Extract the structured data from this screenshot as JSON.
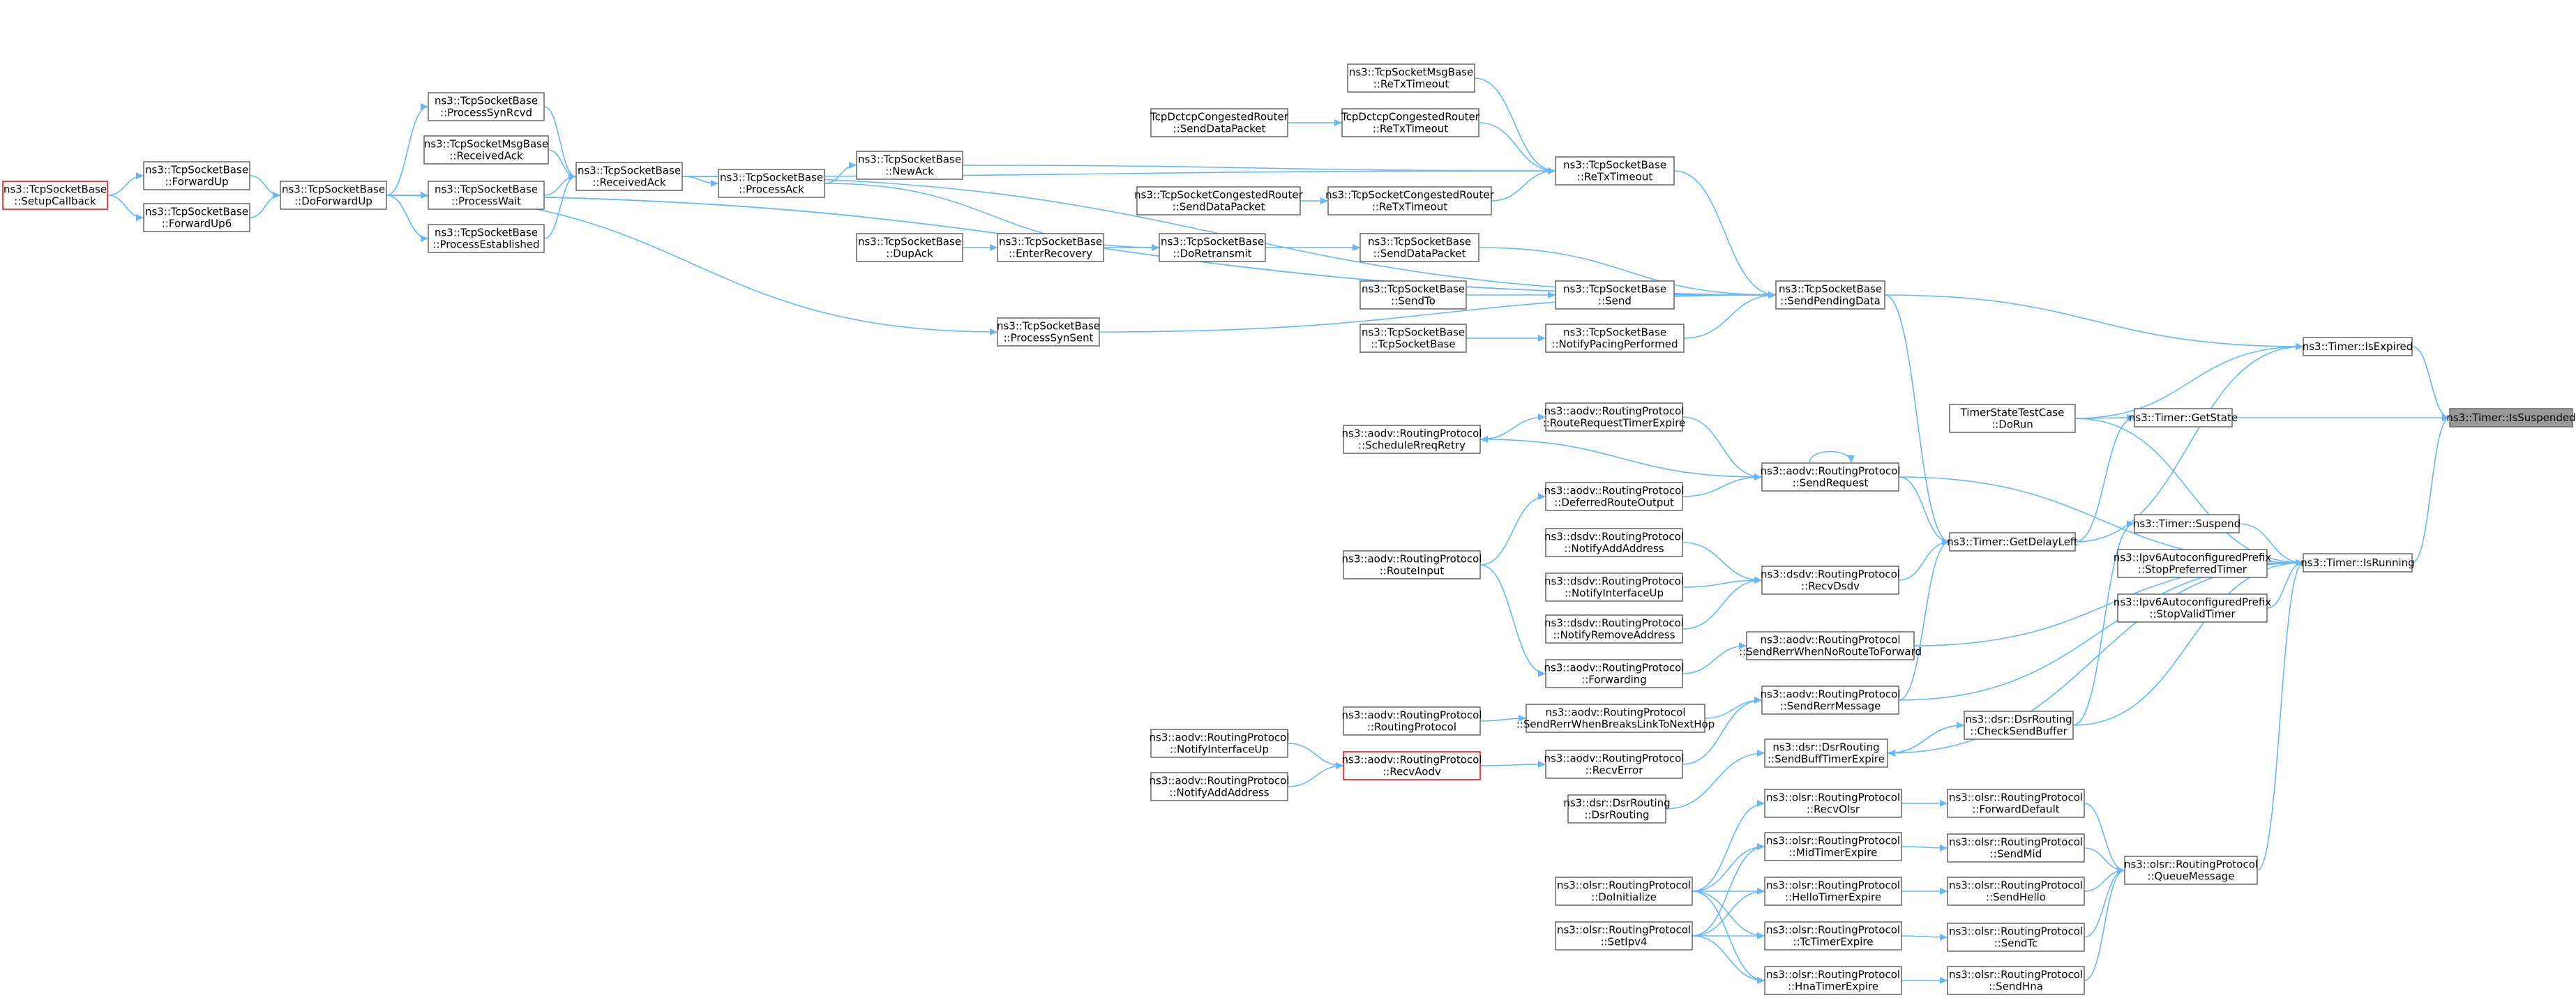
{
  "colors": {
    "edge": "#63b8ff",
    "node_border": "#666666",
    "highlight_border": "#ff0000",
    "current_fill": "#999999",
    "background": "#ffffff"
  },
  "graph": {
    "type": "call-graph",
    "direction": "right-to-left",
    "nodes": [
      {
        "id": "n1",
        "lines": [
          "ns3::Timer::IsSuspended"
        ],
        "kind": "current"
      },
      {
        "id": "n2",
        "lines": [
          "ns3::Timer::IsExpired"
        ]
      },
      {
        "id": "n3",
        "lines": [
          "ns3::Timer::GetState"
        ]
      },
      {
        "id": "n4",
        "lines": [
          "ns3::Timer::IsRunning"
        ]
      },
      {
        "id": "n5",
        "lines": [
          "ns3::Timer::Suspend"
        ]
      },
      {
        "id": "n6",
        "lines": [
          "TimerStateTestCase",
          "::DoRun"
        ]
      },
      {
        "id": "n7",
        "lines": [
          "ns3::Ipv6AutoconfiguredPrefix",
          "::StopPreferredTimer"
        ]
      },
      {
        "id": "n8",
        "lines": [
          "ns3::Ipv6AutoconfiguredPrefix",
          "::StopValidTimer"
        ]
      },
      {
        "id": "n9",
        "lines": [
          "ns3::olsr::RoutingProtocol",
          "::QueueMessage"
        ]
      },
      {
        "id": "n10",
        "lines": [
          "ns3::Timer::GetDelayLeft"
        ]
      },
      {
        "id": "n11",
        "lines": [
          "ns3::dsr::DsrRouting",
          "::CheckSendBuffer"
        ]
      },
      {
        "id": "n12",
        "lines": [
          "ns3::dsr::DsrRouting",
          "::SendBuffTimerExpire"
        ]
      },
      {
        "id": "n13",
        "lines": [
          "ns3::TcpSocketBase",
          "::SendPendingData"
        ]
      },
      {
        "id": "n14",
        "lines": [
          "ns3::aodv::RoutingProtocol",
          "::SendRequest"
        ]
      },
      {
        "id": "n15",
        "lines": [
          "ns3::dsdv::RoutingProtocol",
          "::RecvDsdv"
        ]
      },
      {
        "id": "n16",
        "lines": [
          "ns3::aodv::RoutingProtocol",
          "::SendRerrWhenNoRouteToForward"
        ]
      },
      {
        "id": "n17",
        "lines": [
          "ns3::aodv::RoutingProtocol",
          "::SendRerrMessage"
        ]
      },
      {
        "id": "n18",
        "lines": [
          "ns3::olsr::RoutingProtocol",
          "::ForwardDefault"
        ]
      },
      {
        "id": "n19",
        "lines": [
          "ns3::olsr::RoutingProtocol",
          "::SendMid"
        ]
      },
      {
        "id": "n20",
        "lines": [
          "ns3::olsr::RoutingProtocol",
          "::SendHello"
        ]
      },
      {
        "id": "n21",
        "lines": [
          "ns3::olsr::RoutingProtocol",
          "::SendTc"
        ]
      },
      {
        "id": "n22",
        "lines": [
          "ns3::olsr::RoutingProtocol",
          "::SendHna"
        ]
      },
      {
        "id": "n23",
        "lines": [
          "ns3::TcpSocketBase",
          "::ReTxTimeout"
        ]
      },
      {
        "id": "n24",
        "lines": [
          "ns3::TcpSocketBase",
          "::SendDataPacket"
        ]
      },
      {
        "id": "n25",
        "lines": [
          "ns3::TcpSocketBase",
          "::Send"
        ]
      },
      {
        "id": "n26",
        "lines": [
          "ns3::TcpSocketBase",
          "::NotifyPacingPerformed"
        ]
      },
      {
        "id": "n27",
        "lines": [
          "ns3::TcpSocketBase",
          "::ProcessSynSent"
        ]
      },
      {
        "id": "n28",
        "lines": [
          "ns3::TcpSocketBase",
          "::ReceivedAck"
        ]
      },
      {
        "id": "n29",
        "lines": [
          "ns3::TcpSocketBase",
          "::DoForwardUp"
        ]
      },
      {
        "id": "n30",
        "lines": [
          "ns3::aodv::RoutingProtocol",
          "::RouteRequestTimerExpire"
        ]
      },
      {
        "id": "n31",
        "lines": [
          "ns3::aodv::RoutingProtocol",
          "::DeferredRouteOutput"
        ]
      },
      {
        "id": "n32",
        "lines": [
          "ns3::aodv::RoutingProtocol",
          "::ScheduleRreqRetry"
        ]
      },
      {
        "id": "n33",
        "lines": [
          "ns3::dsdv::RoutingProtocol",
          "::NotifyAddAddress"
        ]
      },
      {
        "id": "n34",
        "lines": [
          "ns3::dsdv::RoutingProtocol",
          "::NotifyInterfaceUp"
        ]
      },
      {
        "id": "n35",
        "lines": [
          "ns3::dsdv::RoutingProtocol",
          "::NotifyRemoveAddress"
        ]
      },
      {
        "id": "n36",
        "lines": [
          "ns3::aodv::RoutingProtocol",
          "::Forwarding"
        ]
      },
      {
        "id": "n37",
        "lines": [
          "ns3::aodv::RoutingProtocol",
          "::RouteInput"
        ]
      },
      {
        "id": "n38",
        "lines": [
          "ns3::aodv::RoutingProtocol",
          "::SendRerrWhenBreaksLinkToNextHop"
        ]
      },
      {
        "id": "n39",
        "lines": [
          "ns3::aodv::RoutingProtocol",
          "::RecvError"
        ]
      },
      {
        "id": "n40",
        "lines": [
          "ns3::aodv::RoutingProtocol",
          "::RoutingProtocol"
        ]
      },
      {
        "id": "n41",
        "lines": [
          "ns3::aodv::RoutingProtocol",
          "::RecvAodv"
        ],
        "kind": "red"
      },
      {
        "id": "n42",
        "lines": [
          "ns3::aodv::RoutingProtocol",
          "::NotifyInterfaceUp"
        ]
      },
      {
        "id": "n43",
        "lines": [
          "ns3::aodv::RoutingProtocol",
          "::NotifyAddAddress"
        ]
      },
      {
        "id": "n44",
        "lines": [
          "ns3::dsr::DsrRouting",
          "::DsrRouting"
        ]
      },
      {
        "id": "n45",
        "lines": [
          "ns3::olsr::RoutingProtocol",
          "::RecvOlsr"
        ]
      },
      {
        "id": "n46",
        "lines": [
          "ns3::olsr::RoutingProtocol",
          "::MidTimerExpire"
        ]
      },
      {
        "id": "n47",
        "lines": [
          "ns3::olsr::RoutingProtocol",
          "::HelloTimerExpire"
        ]
      },
      {
        "id": "n48",
        "lines": [
          "ns3::olsr::RoutingProtocol",
          "::TcTimerExpire"
        ]
      },
      {
        "id": "n49",
        "lines": [
          "ns3::olsr::RoutingProtocol",
          "::HnaTimerExpire"
        ]
      },
      {
        "id": "n50",
        "lines": [
          "ns3::olsr::RoutingProtocol",
          "::DoInitialize"
        ]
      },
      {
        "id": "n51",
        "lines": [
          "ns3::olsr::RoutingProtocol",
          "::SetIpv4"
        ]
      },
      {
        "id": "n52",
        "lines": [
          "ns3::TcpSocketMsgBase",
          "::ReTxTimeout"
        ]
      },
      {
        "id": "n53",
        "lines": [
          "TcpDctcpCongestedRouter",
          "::ReTxTimeout"
        ]
      },
      {
        "id": "n54",
        "lines": [
          "TcpDctcpCongestedRouter",
          "::SendDataPacket"
        ]
      },
      {
        "id": "n55",
        "lines": [
          "ns3::TcpSocketBase",
          "::NewAck"
        ]
      },
      {
        "id": "n56",
        "lines": [
          "ns3::TcpSocketBase",
          "::ProcessAck"
        ]
      },
      {
        "id": "n57",
        "lines": [
          "ns3::TcpSocketCongestedRouter",
          "::ReTxTimeout"
        ]
      },
      {
        "id": "n58",
        "lines": [
          "ns3::TcpSocketCongestedRouter",
          "::SendDataPacket"
        ]
      },
      {
        "id": "n59",
        "lines": [
          "ns3::TcpSocketBase",
          "::DoRetransmit"
        ]
      },
      {
        "id": "n60",
        "lines": [
          "ns3::TcpSocketBase",
          "::EnterRecovery"
        ]
      },
      {
        "id": "n61",
        "lines": [
          "ns3::TcpSocketBase",
          "::DupAck"
        ]
      },
      {
        "id": "n62",
        "lines": [
          "ns3::TcpSocketBase",
          "::SendTo"
        ]
      },
      {
        "id": "n63",
        "lines": [
          "ns3::TcpSocketBase",
          "::TcpSocketBase"
        ]
      },
      {
        "id": "n64",
        "lines": [
          "ns3::TcpSocketBase",
          "::ProcessSynRcvd"
        ]
      },
      {
        "id": "n65",
        "lines": [
          "ns3::TcpSocketMsgBase",
          "::ReceivedAck"
        ]
      },
      {
        "id": "n66",
        "lines": [
          "ns3::TcpSocketBase",
          "::ProcessWait"
        ]
      },
      {
        "id": "n67",
        "lines": [
          "ns3::TcpSocketBase",
          "::ProcessEstablished"
        ]
      },
      {
        "id": "n68",
        "lines": [
          "ns3::TcpSocketBase",
          "::ForwardUp"
        ]
      },
      {
        "id": "n69",
        "lines": [
          "ns3::TcpSocketBase",
          "::ForwardUp6"
        ]
      },
      {
        "id": "n70",
        "lines": [
          "ns3::TcpSocketBase",
          "::SetupCallback"
        ],
        "kind": "red"
      }
    ]
  }
}
